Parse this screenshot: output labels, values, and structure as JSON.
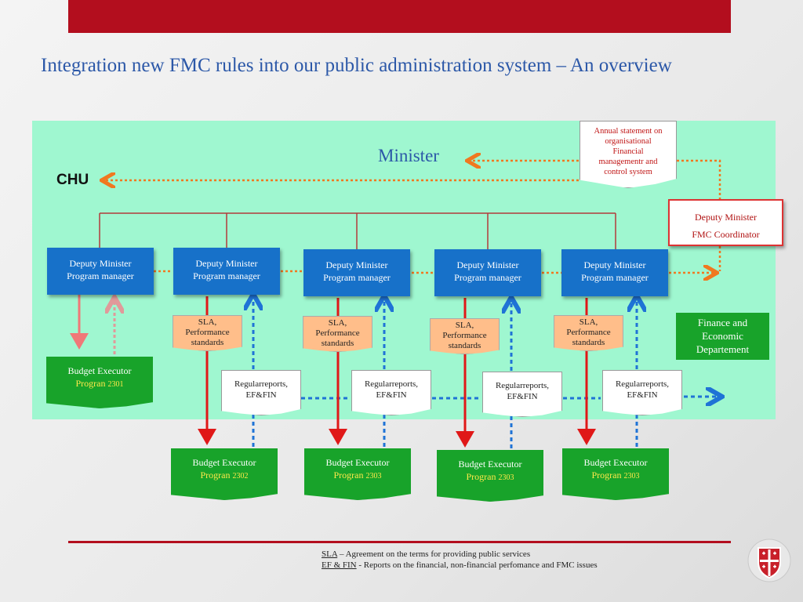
{
  "title": "Integration new FMC rules into our public administration system – An overview",
  "minister": "Minister",
  "chu": "CHU",
  "annual_statement": [
    "Annual statement on",
    "organisational",
    "Financial",
    "managementr and",
    "control system"
  ],
  "deputy_fmc": {
    "line1": "Deputy Minister",
    "line2": "FMC Coordinator"
  },
  "deputies": [
    {
      "line1": "Deputy Minister",
      "line2": "Program manager"
    },
    {
      "line1": "Deputy Minister",
      "line2": "Program manager"
    },
    {
      "line1": "Deputy Minister",
      "line2": "Program manager"
    },
    {
      "line1": "Deputy Minister",
      "line2": "Program manager"
    },
    {
      "line1": "Deputy Minister",
      "line2": "Program manager"
    }
  ],
  "sla": [
    {
      "line1": "SLA,",
      "line2": "Performance",
      "line3": "standards"
    },
    {
      "line1": "SLA,",
      "line2": "Performance",
      "line3": "standards"
    },
    {
      "line1": "SLA,",
      "line2": "Performance",
      "line3": "standards"
    },
    {
      "line1": "SLA,",
      "line2": "Performance",
      "line3": "standards"
    }
  ],
  "reports": [
    {
      "line1": "Regularreports,",
      "line2": "EF&FIN"
    },
    {
      "line1": "Regularreports,",
      "line2": "EF&FIN"
    },
    {
      "line1": "Regularreports,",
      "line2": "EF&FIN"
    },
    {
      "line1": "Regularreports,",
      "line2": "EF&FIN"
    }
  ],
  "finance": "Finance and Economic Departement",
  "budget_executors": [
    {
      "line1": "Budget Executor",
      "prog": "Progran",
      "num": "2301"
    },
    {
      "line1": "Budget Executor",
      "prog": "Progran",
      "num": "2302"
    },
    {
      "line1": "Budget Executor",
      "prog": "Progran",
      "num": "2303"
    },
    {
      "line1": "Budget Executor",
      "prog": "Progran",
      "num": "2303"
    },
    {
      "line1": "Budget Executor",
      "prog": "Progran",
      "num": "2303"
    }
  ],
  "footer": {
    "sla_term": "SLA",
    "sla_def": " – Agreement on the terms for providing public services",
    "ef_term": "EF & FIN",
    "ef_def": " -  Reports on the financial, non-financial perfomance and FMC issues"
  },
  "colors": {
    "accent_red": "#b30e1e",
    "title_blue": "#2c58a8",
    "panel_green": "#9ff7d0",
    "deputy_blue": "#1771c9",
    "executor_green": "#18a32a",
    "sla_orange": "#ffbe8a",
    "arrow_orange": "#f07820",
    "arrow_blue": "#1f73d6",
    "arrow_red": "#e01818"
  }
}
